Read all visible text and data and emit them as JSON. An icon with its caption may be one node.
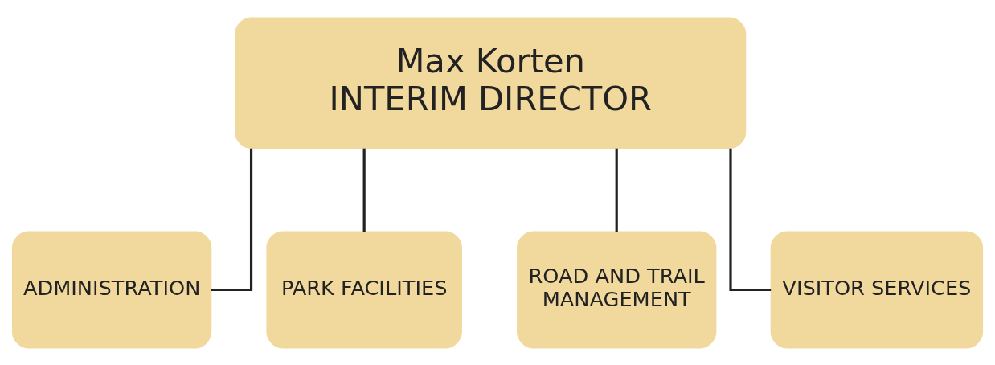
{
  "diagram": {
    "nodes": [
      {
        "text": [
          "Max Korten",
          "INTERIM DIRECTOR"
        ]
      },
      {
        "text": [
          "ADMINISTRATION"
        ]
      },
      {
        "text": [
          "PARK FACILITIES"
        ]
      },
      {
        "text": [
          "ROAD AND TRAIL MANAGEMENT"
        ]
      },
      {
        "text": [
          "VISITOR SERVICES"
        ]
      }
    ],
    "edges": [
      {
        "from": 0,
        "to": 1,
        "arrow": "none"
      },
      {
        "from": 0,
        "to": 2,
        "arrow": "none"
      },
      {
        "from": 0,
        "to": 3,
        "arrow": "none"
      },
      {
        "from": 0,
        "to": 4,
        "arrow": "none"
      }
    ]
  }
}
